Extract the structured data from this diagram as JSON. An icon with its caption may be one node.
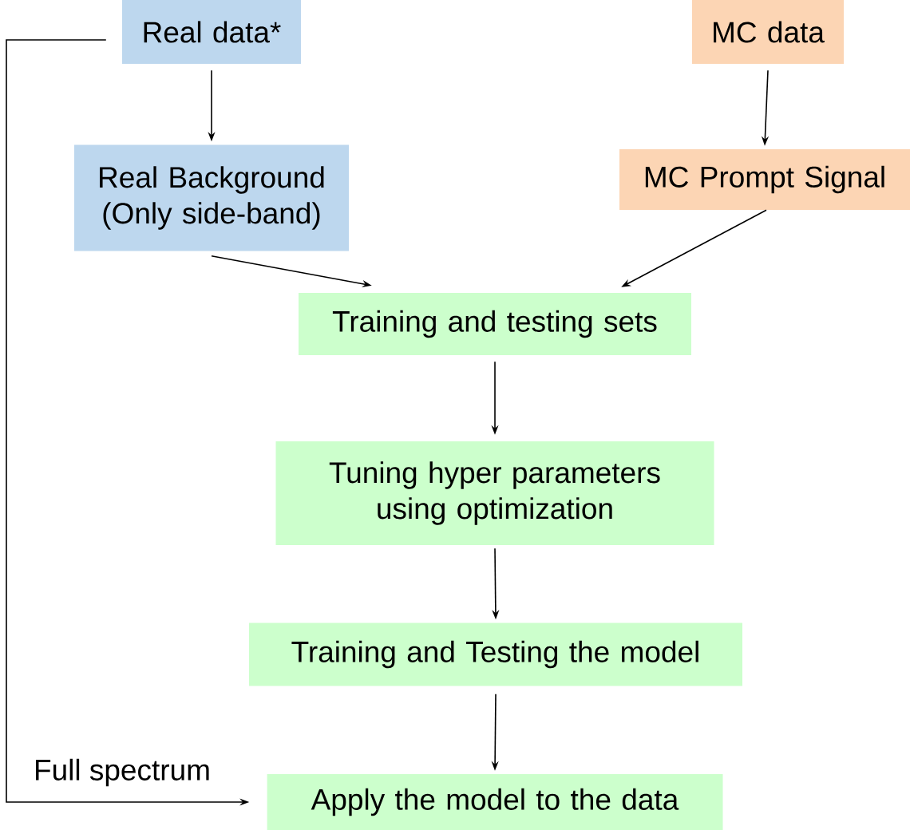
{
  "diagram": {
    "nodes": [
      {
        "text": [
          "Real data*"
        ]
      },
      {
        "text": [
          "MC data"
        ]
      },
      {
        "text": [
          "Real Background (Only side-band)"
        ]
      },
      {
        "text": [
          "MC Prompt Signal"
        ]
      },
      {
        "text": [
          "Training and testing sets"
        ]
      },
      {
        "text": [
          "Tuning hyper parameters using optimization"
        ]
      },
      {
        "text": [
          "Training and Testing the model"
        ]
      },
      {
        "text": [
          "Apply the model to the data"
        ]
      }
    ],
    "edges": [
      {
        "from": 0,
        "to": 2,
        "arrow": "to"
      },
      {
        "from": 1,
        "to": 3,
        "arrow": "to"
      },
      {
        "from": 2,
        "to": 4,
        "arrow": "to"
      },
      {
        "from": 3,
        "to": 4,
        "arrow": "to"
      },
      {
        "from": 4,
        "to": 5,
        "arrow": "to"
      },
      {
        "from": 5,
        "to": 6,
        "arrow": "to"
      },
      {
        "from": 6,
        "to": 7,
        "arrow": "to"
      },
      {
        "from": 0,
        "to": 7,
        "arrow": "to",
        "label": "Full spectrum"
      }
    ]
  }
}
